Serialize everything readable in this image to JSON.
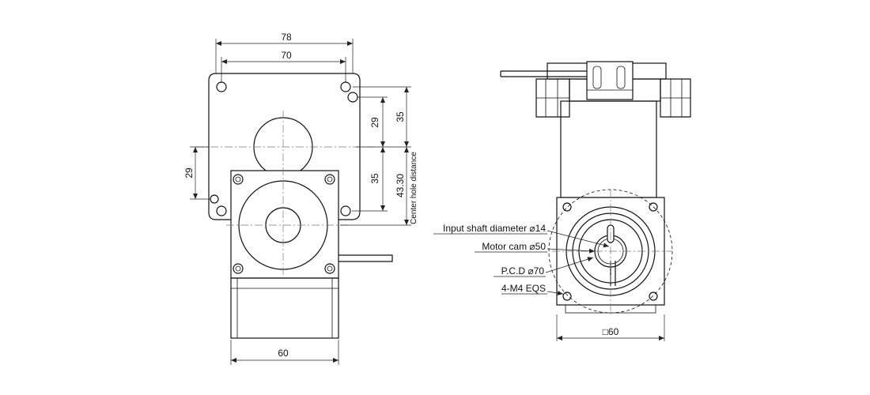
{
  "left_view": {
    "dims": {
      "w78": "78",
      "w70": "70",
      "h35_top": "35",
      "h29_right": "29",
      "h35_mid": "35",
      "h4330": "43.30",
      "h29_left": "29",
      "w60": "60",
      "center_hole": "Center hole distance"
    }
  },
  "right_view": {
    "labels": {
      "input_shaft": "Input shaft diameter ⌀14",
      "motor_cam": "Motor cam ⌀50",
      "pcd": "P.C.D ⌀70",
      "holes": "4-M4 EQS",
      "square60": "□60"
    }
  }
}
